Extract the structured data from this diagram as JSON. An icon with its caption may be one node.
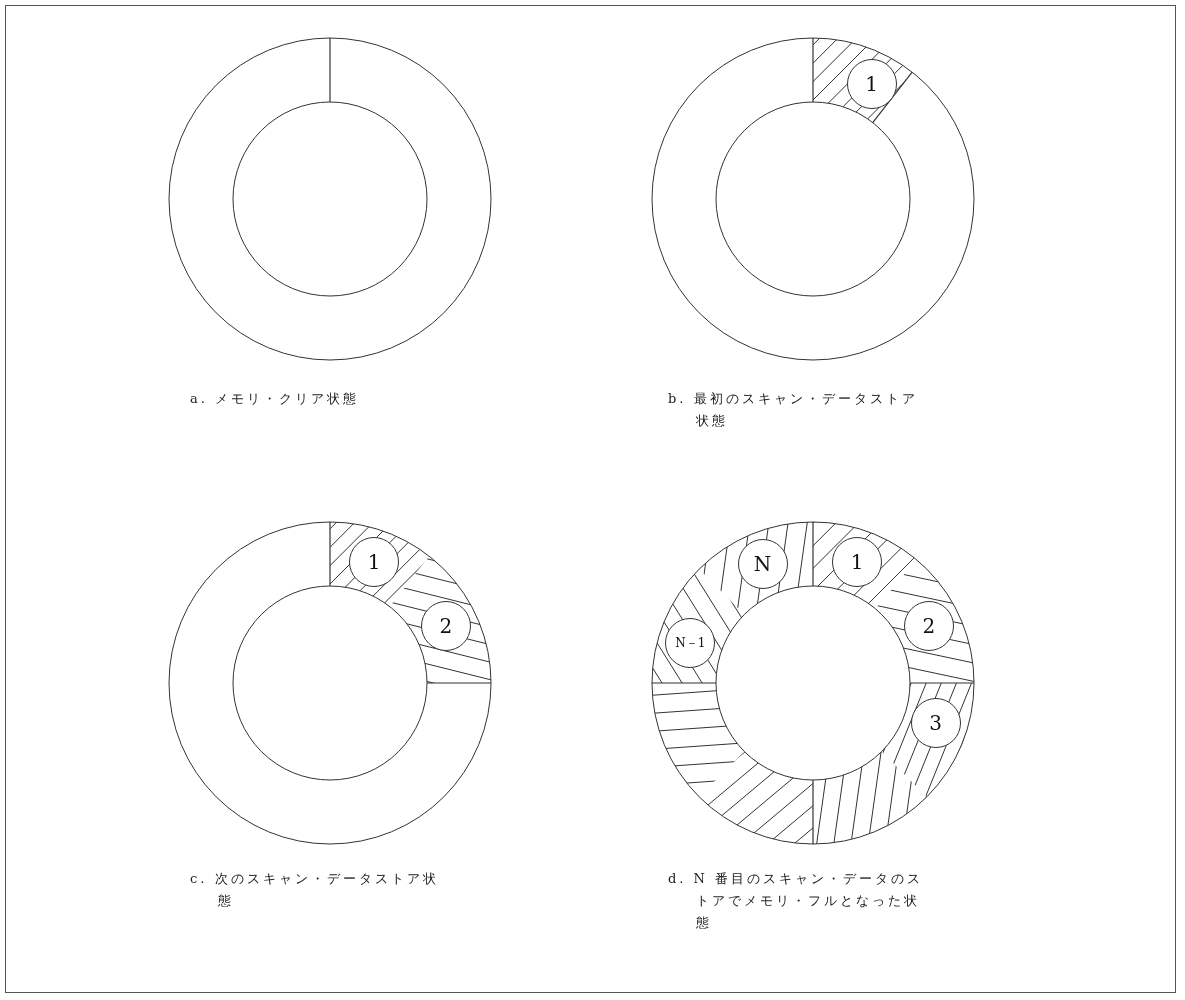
{
  "diagram": {
    "nodes": [
      {
        "text": [
          "1"
        ]
      },
      {
        "text": [
          "1"
        ]
      },
      {
        "text": [
          "2"
        ]
      },
      {
        "text": [
          "N"
        ]
      },
      {
        "text": [
          "1"
        ]
      },
      {
        "text": [
          "2"
        ]
      },
      {
        "text": [
          "N－1"
        ]
      },
      {
        "text": [
          "3"
        ]
      }
    ],
    "labels": [
      "a. メモリ・クリア状態",
      "b. 最初のスキャン・データストア状態",
      "c. 次のスキャン・データストア状態",
      "d. N 番目のスキャン・データのストアでメモリ・フルとなった状態"
    ]
  }
}
